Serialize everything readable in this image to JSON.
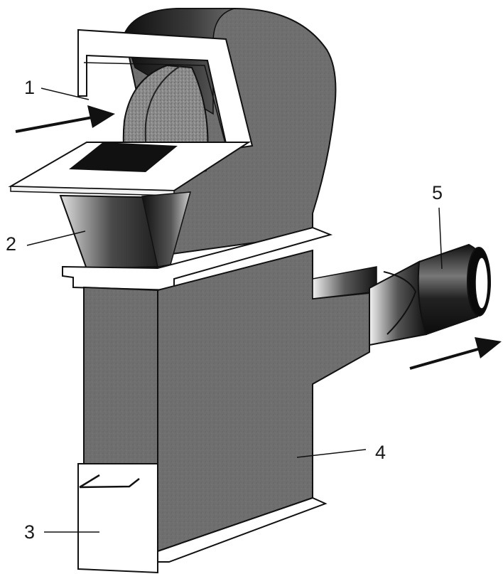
{
  "callouts": [
    {
      "id": "1",
      "label": "1"
    },
    {
      "id": "2",
      "label": "2"
    },
    {
      "id": "3",
      "label": "3"
    },
    {
      "id": "4",
      "label": "4"
    },
    {
      "id": "5",
      "label": "5"
    }
  ],
  "colors": {
    "body_fill": "#6e6e6e",
    "outline": "#111111",
    "panel_fill": "#ffffff",
    "filter_fill": "#8a8a8a",
    "dark": "#141414"
  },
  "icons": [
    "inlet-arrow-icon",
    "outlet-arrow-icon"
  ]
}
